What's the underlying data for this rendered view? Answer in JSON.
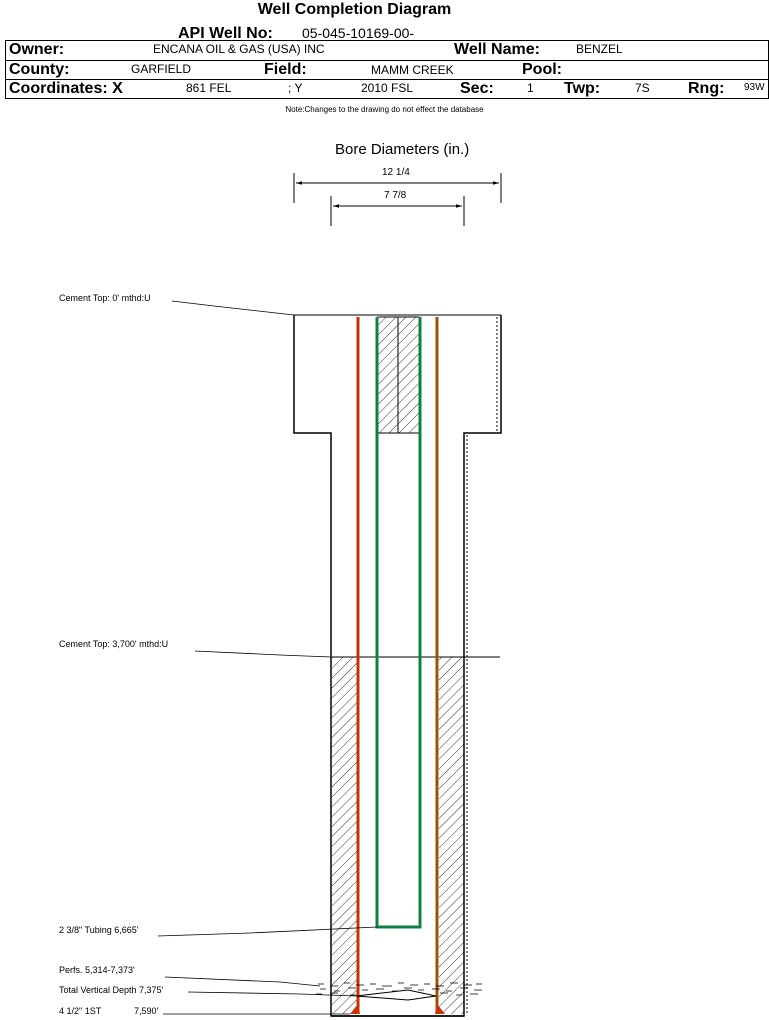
{
  "header": {
    "title": "Well Completion Diagram",
    "api_label": "API Well No:",
    "api_value": "05-045-10169-00-",
    "owner_label": "Owner:",
    "owner_value": "ENCANA OIL & GAS (USA) INC",
    "well_name_label": "Well Name:",
    "well_name_value": "BENZEL",
    "county_label": "County:",
    "county_value": "GARFIELD",
    "field_label": "Field:",
    "field_value": "MAMM CREEK",
    "pool_label": "Pool:",
    "pool_value": "",
    "coord_label": "Coordinates: X",
    "coord_x_value": "861 FEL",
    "coord_y_label": "; Y",
    "coord_y_value": "2010 FSL",
    "sec_label": "Sec:",
    "sec_value": "1",
    "twp_label": "Twp:",
    "twp_value": "7S",
    "rng_label": "Rng:",
    "rng_value": "93W"
  },
  "note": "Note:Changes to the drawing do not effect the database",
  "diagram": {
    "bore_title": "Bore Diameters (in.)",
    "bore_outer": "12 1/4",
    "bore_inner": "7 7/8",
    "annotations": {
      "cement_top_1": "Cement Top: 0' mthd:U",
      "cement_top_2": "Cement Top: 3,700' mthd:U",
      "tubing": "2 3/8\" Tubing 6,665'",
      "perfs": "Perfs. 5,314-7,373'",
      "tvd": "Total Vertical Depth 7,375'",
      "casing": "4 1/2\" 1ST",
      "casing_depth": "7,590'"
    },
    "colors": {
      "casing": "#c83200",
      "casing_outer": "#a05000",
      "tubing": "#108040",
      "line": "#000000"
    }
  }
}
